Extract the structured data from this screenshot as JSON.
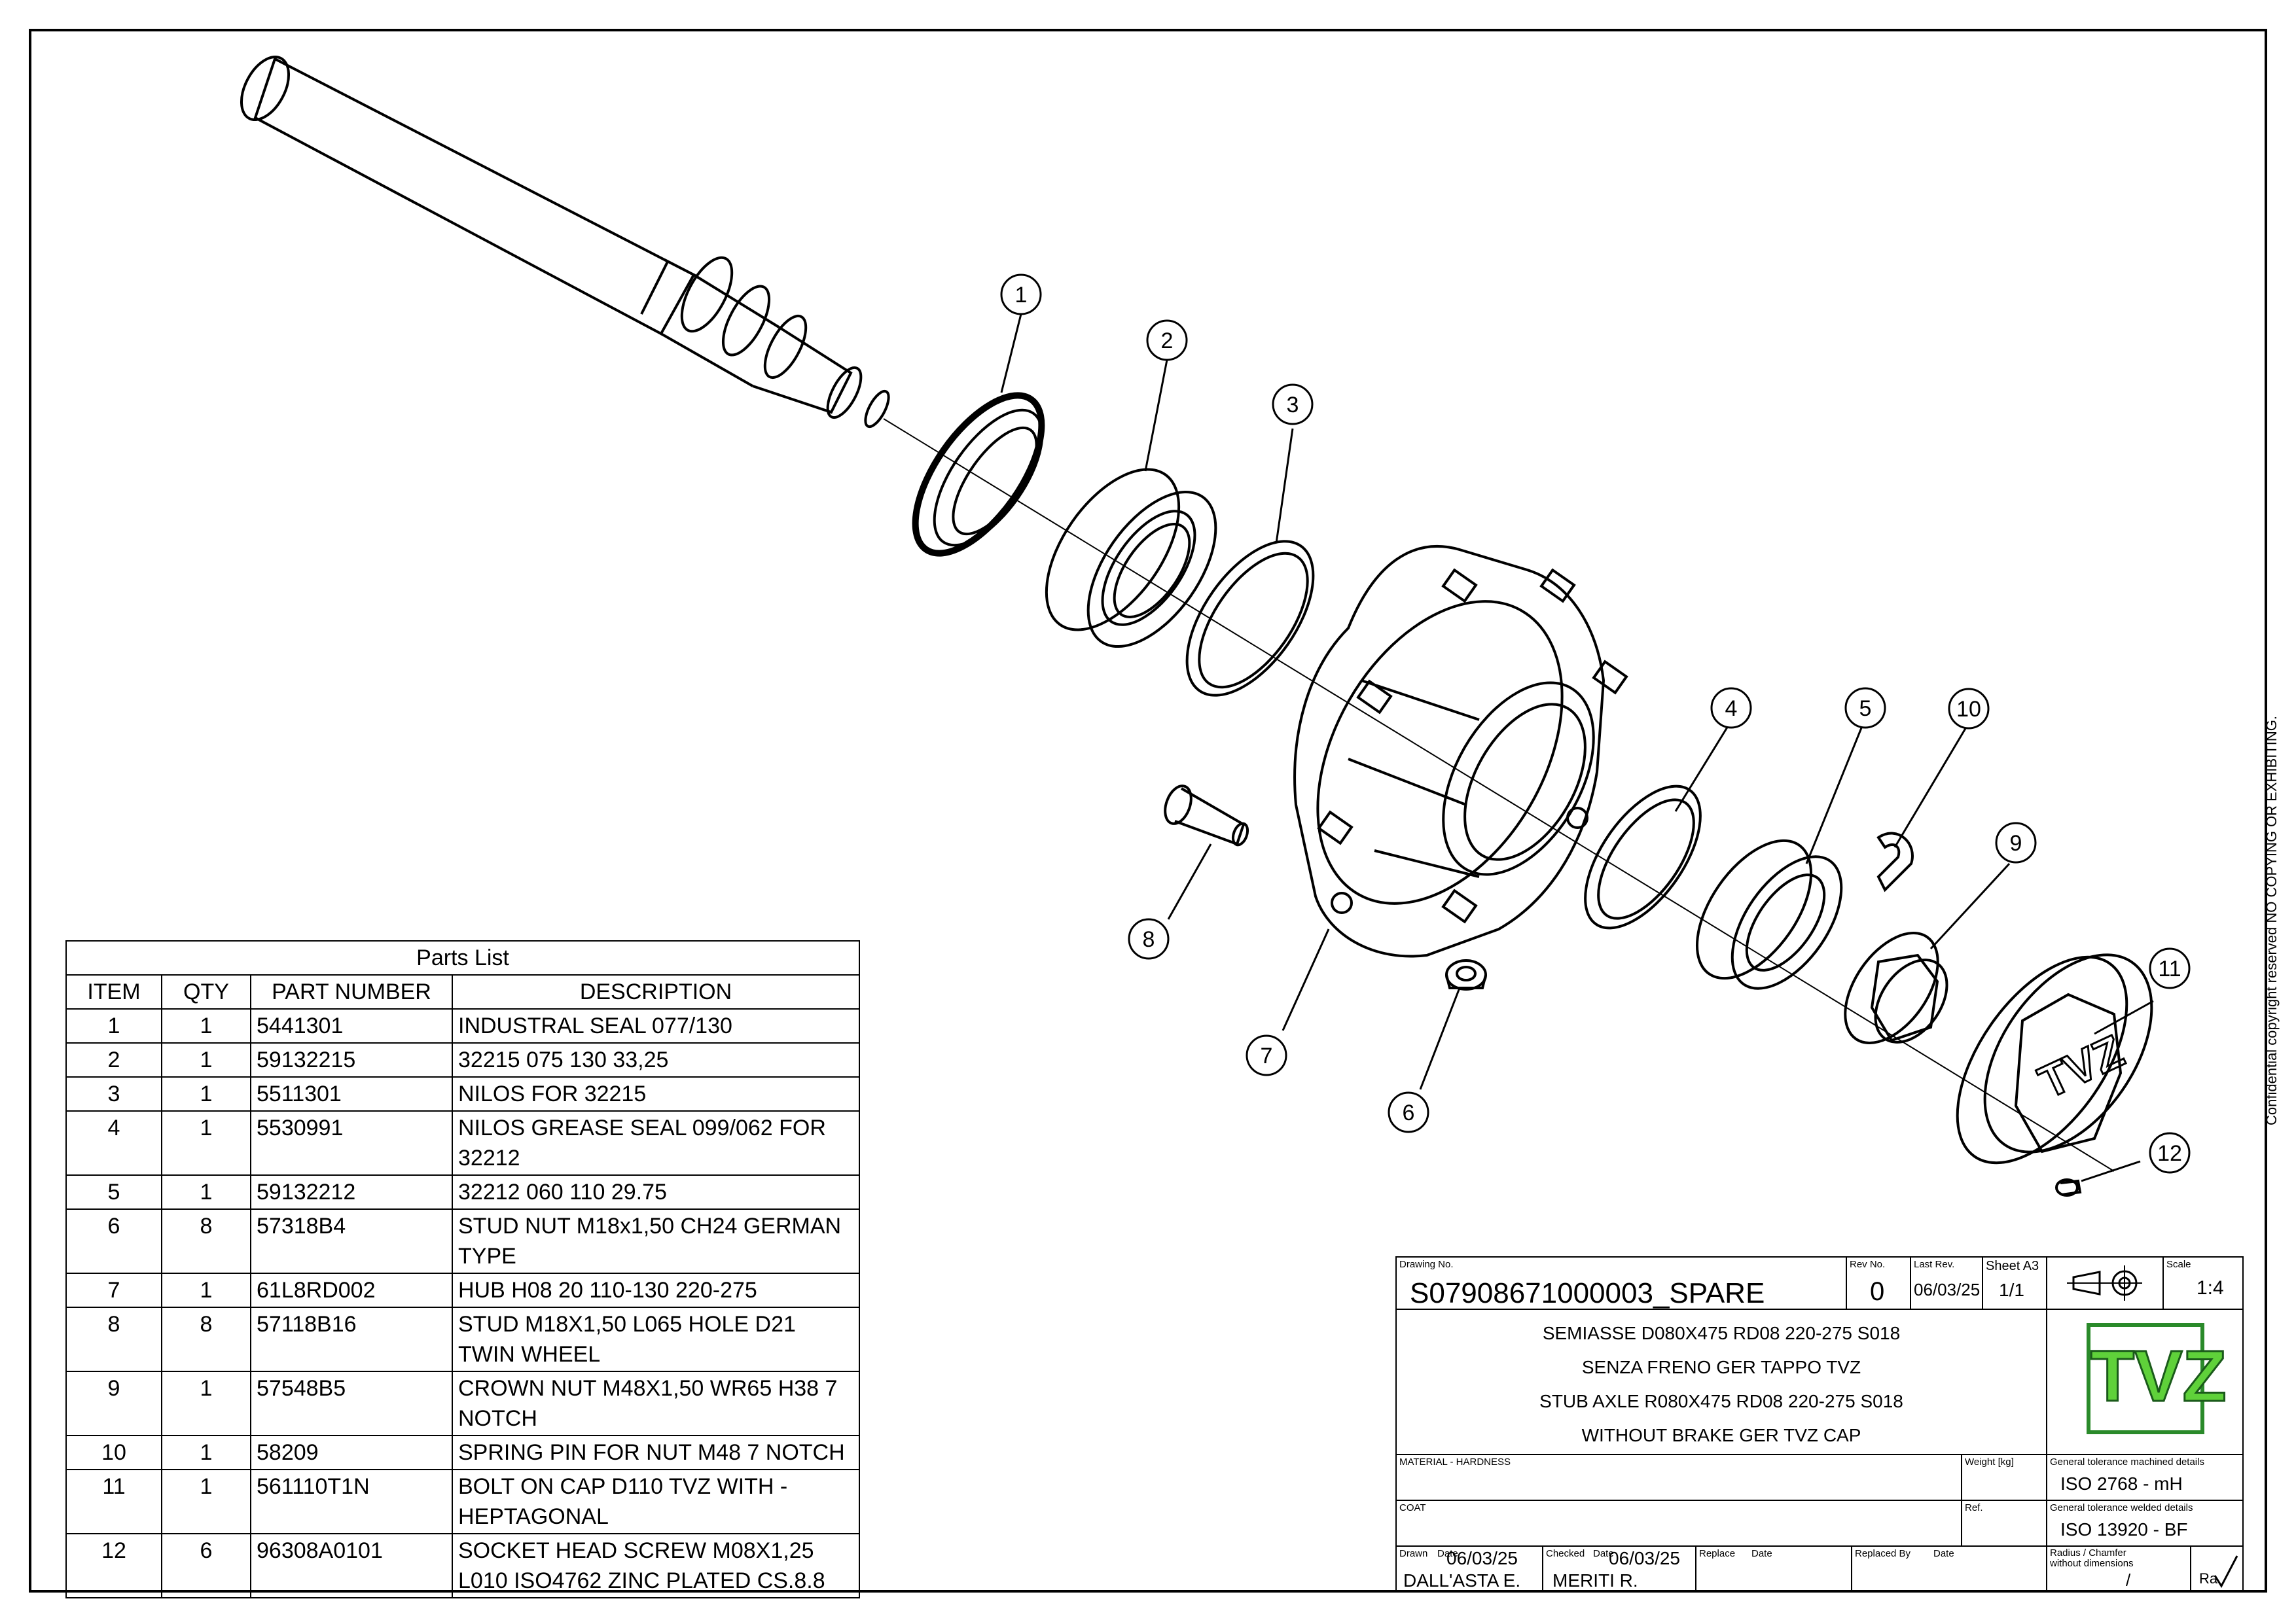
{
  "balloons": [
    "1",
    "2",
    "3",
    "4",
    "5",
    "6",
    "7",
    "8",
    "9",
    "10",
    "11",
    "12"
  ],
  "parts_list": {
    "title": "Parts List",
    "headers": [
      "ITEM",
      "QTY",
      "PART NUMBER",
      "DESCRIPTION"
    ],
    "rows": [
      {
        "item": "1",
        "qty": "1",
        "part": "5441301",
        "desc": "INDUSTRAL SEAL 077/130"
      },
      {
        "item": "2",
        "qty": "1",
        "part": "59132215",
        "desc": "32215 075 130 33,25"
      },
      {
        "item": "3",
        "qty": "1",
        "part": "5511301",
        "desc": "NILOS FOR 32215"
      },
      {
        "item": "4",
        "qty": "1",
        "part": "5530991",
        "desc": "NILOS GREASE SEAL 099/062  FOR 32212"
      },
      {
        "item": "5",
        "qty": "1",
        "part": "59132212",
        "desc": "32212 060 110 29.75"
      },
      {
        "item": "6",
        "qty": "8",
        "part": "57318B4",
        "desc": "STUD NUT M18x1,50 CH24 GERMAN TYPE"
      },
      {
        "item": "7",
        "qty": "1",
        "part": "61L8RD002",
        "desc": "HUB H08 20 110-130 220-275"
      },
      {
        "item": "8",
        "qty": "8",
        "part": "57118B16",
        "desc": "STUD M18X1,50 L065 HOLE D21 TWIN WHEEL"
      },
      {
        "item": "9",
        "qty": "1",
        "part": "57548B5",
        "desc": "CROWN NUT M48X1,50 WR65 H38 7 NOTCH"
      },
      {
        "item": "10",
        "qty": "1",
        "part": "58209",
        "desc": "SPRING PIN FOR NUT M48 7 NOTCH"
      },
      {
        "item": "11",
        "qty": "1",
        "part": "561110T1N",
        "desc": "BOLT ON CAP D110 TVZ WITH -HEPTAGONAL"
      },
      {
        "item": "12",
        "qty": "6",
        "part": "96308A0101",
        "desc": "SOCKET HEAD SCREW M08X1,25 L010 ISO4762 ZINC PLATED CS.8.8"
      }
    ]
  },
  "title_block": {
    "drawing_no_label": "Drawing No.",
    "drawing_no": "S07908671000003_SPARE",
    "rev_label": "Rev No.",
    "rev": "0",
    "last_rev_label": "Last Rev.",
    "last_rev": "06/03/25",
    "sheet_label": "Sheet A3",
    "sheet": "1/1",
    "scale_label": "Scale",
    "scale": "1:4",
    "desc_lines": [
      "SEMIASSE D080X475 RD08 220-275 S018",
      "SENZA FRENO GER TAPPO TVZ",
      "STUB AXLE R080X475 RD08 220-275 S018",
      "WITHOUT BRAKE GER TVZ CAP"
    ],
    "material_label": "MATERIAL - HARDNESS",
    "weight_label": "Weight [kg]",
    "coat_label": "COAT",
    "ref_label": "Ref.",
    "tol_machined_label": "General tolerance machined details",
    "tol_machined": "ISO 2768 -     mH",
    "tol_welded_label": "General tolerance welded details",
    "tol_welded": "ISO 13920 -     BF",
    "drawn_label": "Drawn",
    "date_label": "Date",
    "drawn_date": "06/03/25",
    "drawn_by": "DALL'ASTA E.",
    "checked_label": "Checked",
    "checked_date": "06/03/25",
    "checked_by": "MERITI R.",
    "replace_label": "Replace",
    "replaced_by_label": "Replaced By",
    "radius_label": "Radius / Chamfer without dimensions",
    "radius_value": "/",
    "ra_label": "Ra",
    "logo_text": "TVZ"
  },
  "copyright": "Confidential copyright reserved NO COPYING OR EXHIBITING."
}
